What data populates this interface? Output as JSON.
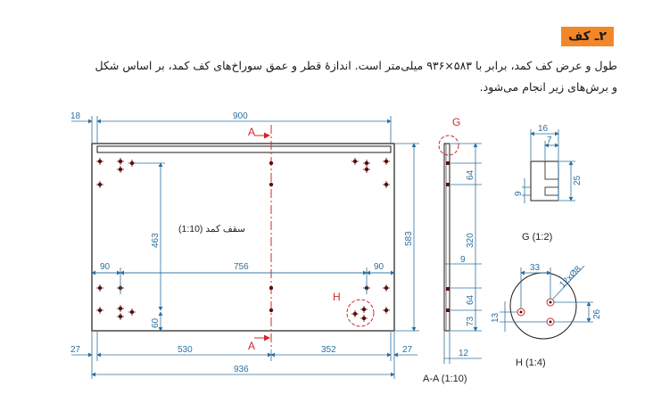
{
  "section": {
    "title": "۲ـ کف"
  },
  "paragraph": {
    "line1": "طول و عرض کف کمد، برابر با ۵۸۳×۹۳۶ میلی‌متر است. اندازهٔ قطر و عمق سوراخ‌های کف کمد، بر اساس شکل",
    "line2": "و برش‌های زیر انجام می‌شود."
  },
  "main_view": {
    "label": "(1:10) سقف کمد",
    "dims": {
      "top_left": "18",
      "top_width": "900",
      "height_total": "583",
      "hole_span_v": "463",
      "left_90": "90",
      "mid_756": "756",
      "right_90": "90",
      "bottom_60": "60",
      "bottom_27_left": "27",
      "bottom_530": "530",
      "bottom_352": "352",
      "bottom_27_right": "27",
      "total_width": "936"
    },
    "section_marks": {
      "top": "A",
      "bottom": "A"
    },
    "detail_mark": "H"
  },
  "section_view": {
    "label": "A-A (1:10)",
    "detail_mark": "G",
    "dims": {
      "d64_top": "64",
      "d320": "320",
      "d9": "9",
      "d64_bot": "64",
      "d73": "73",
      "d12": "12"
    }
  },
  "detail_g": {
    "label": "G (1:2)",
    "dims": {
      "w16": "16",
      "w7": "7",
      "h25": "25",
      "h9": "9"
    }
  },
  "detail_h": {
    "label": "H (1:4)",
    "dims": {
      "w33": "33",
      "dia": "12xØ8",
      "h26": "26",
      "h13": "13"
    }
  },
  "colors": {
    "line": "#1a1a1a",
    "dimension": "#2b70a0",
    "section": "#d0282a",
    "badge": "#f2872a",
    "hole": "#5a0d0d"
  }
}
